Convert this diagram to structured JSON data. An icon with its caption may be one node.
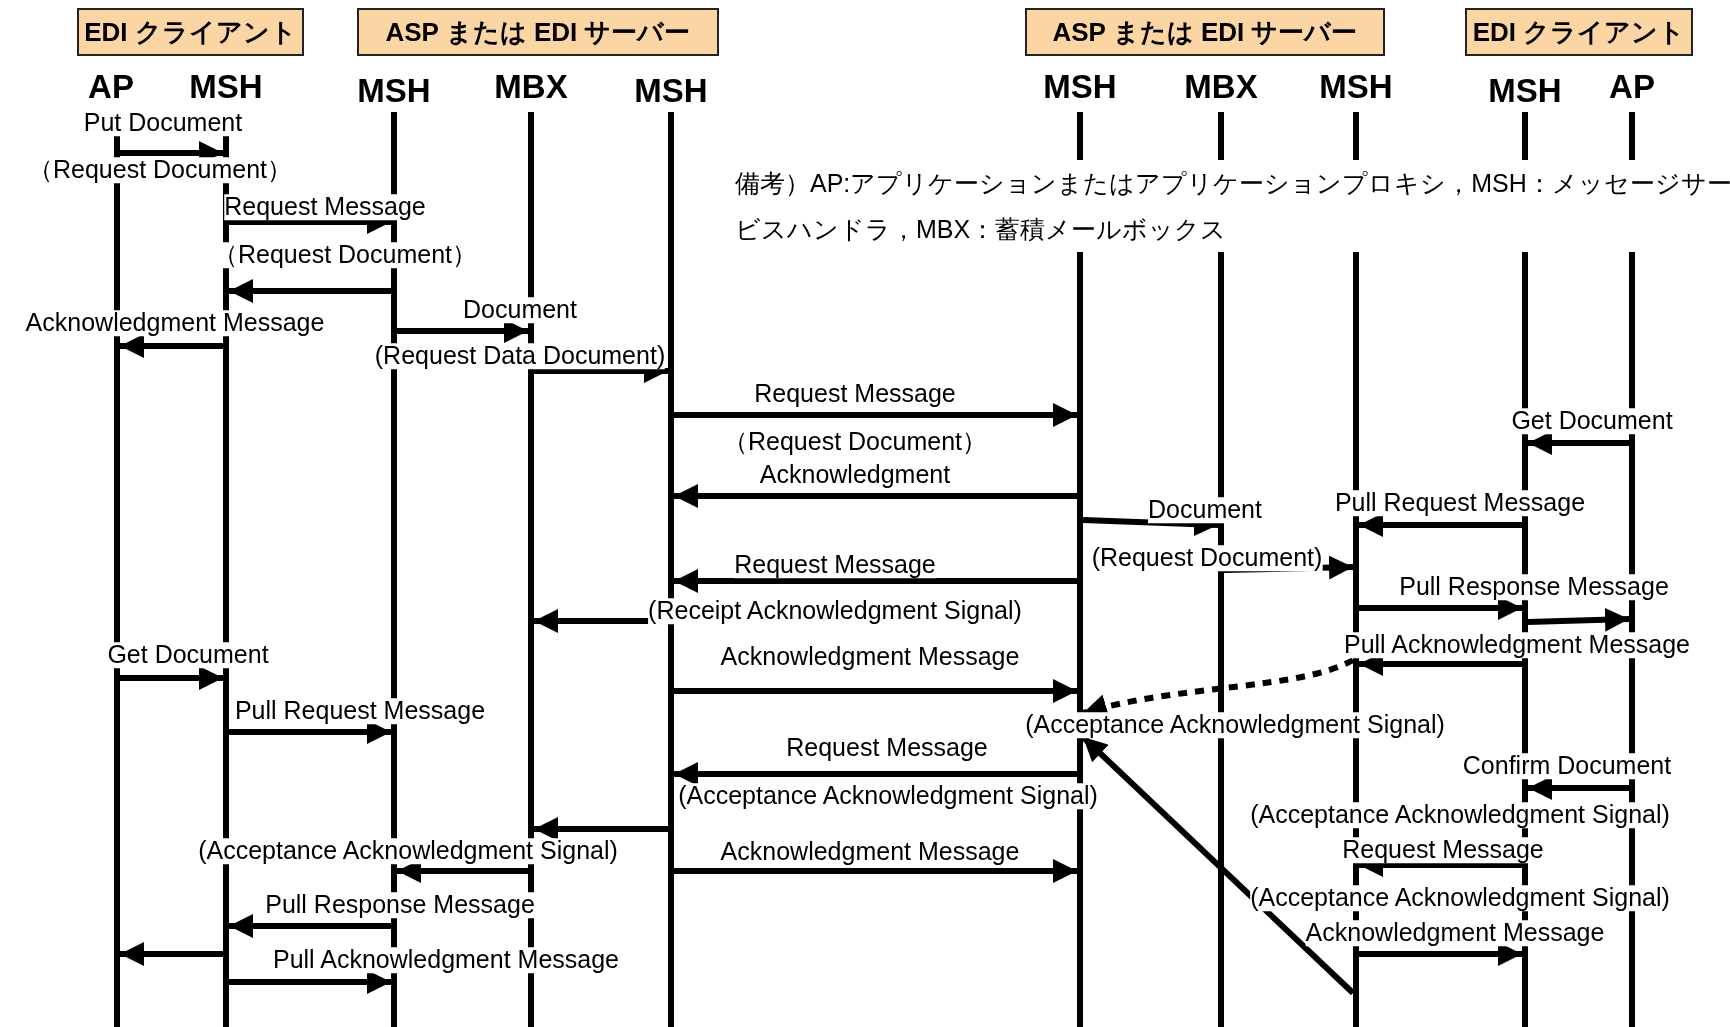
{
  "diagram": {
    "nodes": [
      {
        "text": [
          "EDI クライアント"
        ]
      },
      {
        "text": [
          "ASP または EDI サーバー"
        ]
      },
      {
        "text": [
          "ASP または EDI サーバー"
        ]
      },
      {
        "text": [
          "EDI クライアント"
        ]
      },
      {
        "text": [
          "AP"
        ]
      },
      {
        "text": [
          "MSH"
        ]
      },
      {
        "text": [
          "MSH"
        ]
      },
      {
        "text": [
          "MBX"
        ]
      },
      {
        "text": [
          "MSH"
        ]
      },
      {
        "text": [
          "MSH"
        ]
      },
      {
        "text": [
          "MBX"
        ]
      },
      {
        "text": [
          "MSH"
        ]
      },
      {
        "text": [
          "MSH"
        ]
      },
      {
        "text": [
          "AP"
        ]
      }
    ],
    "edges": [
      {
        "from": 4,
        "to": 5,
        "arrow": "to",
        "label": "Put Document"
      },
      {
        "from": 5,
        "to": 6,
        "arrow": "to",
        "label": "Request Message"
      },
      {
        "from": 6,
        "to": 5,
        "arrow": "to"
      },
      {
        "from": 5,
        "to": 4,
        "arrow": "to",
        "label": "Acknowledgment Message"
      },
      {
        "from": 6,
        "to": 7,
        "arrow": "to",
        "label": "Document"
      },
      {
        "from": 7,
        "to": 8,
        "arrow": "to"
      },
      {
        "from": 8,
        "to": 9,
        "arrow": "to",
        "label": "Request Message"
      },
      {
        "from": 9,
        "to": 8,
        "arrow": "to",
        "label": "Acknowledgment"
      },
      {
        "from": 13,
        "to": 12,
        "arrow": "to",
        "label": "Get Document"
      },
      {
        "from": 9,
        "to": 10,
        "arrow": "to",
        "label": "Document"
      },
      {
        "from": 12,
        "to": 11,
        "arrow": "to",
        "label": "Pull Request Message"
      },
      {
        "from": 10,
        "to": 11,
        "arrow": "to"
      },
      {
        "from": 9,
        "to": 8,
        "arrow": "to",
        "label": "Request Message"
      },
      {
        "from": 8,
        "to": 7,
        "arrow": "to"
      },
      {
        "from": 11,
        "to": 12,
        "arrow": "to",
        "label": "Pull Response Message"
      },
      {
        "from": 12,
        "to": 13,
        "arrow": "to"
      },
      {
        "from": 4,
        "to": 5,
        "arrow": "to",
        "label": "Get Document"
      },
      {
        "from": 8,
        "to": 9,
        "arrow": "to",
        "label": "Acknowledgment Message"
      },
      {
        "from": 12,
        "to": 11,
        "arrow": "to",
        "label": "Pull Acknowledgment Message"
      },
      {
        "from": 11,
        "to": 9,
        "arrow": "to",
        "style": "dashed"
      },
      {
        "from": 5,
        "to": 6,
        "arrow": "to",
        "label": "Pull Request Message"
      },
      {
        "from": 9,
        "to": 8,
        "arrow": "to",
        "label": "Request Message"
      },
      {
        "from": 13,
        "to": 12,
        "arrow": "to",
        "label": "Confirm Document"
      },
      {
        "from": 8,
        "to": 7,
        "arrow": "to"
      },
      {
        "from": 7,
        "to": 6,
        "arrow": "to"
      },
      {
        "from": 8,
        "to": 9,
        "arrow": "to",
        "label": "Acknowledgment Message"
      },
      {
        "from": 12,
        "to": 11,
        "arrow": "to",
        "label": "Request Message"
      },
      {
        "from": 6,
        "to": 5,
        "arrow": "to",
        "label": "Pull Response Message"
      },
      {
        "from": 5,
        "to": 4,
        "arrow": "to"
      },
      {
        "from": 11,
        "to": 12,
        "arrow": "to",
        "label": "Acknowledgment Message"
      },
      {
        "from": 11,
        "to": 9,
        "arrow": "to"
      },
      {
        "from": 5,
        "to": 6,
        "arrow": "to",
        "label": "Pull Acknowledgment Message"
      }
    ],
    "labels": [
      "（Request Document）",
      "備考）AP:アプリケーションまたはアプリケーションプロキシ，MSH：メッセージサービスハンドラ，MBX：蓄積メールボックス",
      "（Request Document）",
      "(Request Data Document)",
      "（Request Document）",
      "(Request Document)",
      "(Receipt Acknowledgment Signal)",
      "(Acceptance Acknowledgment Signal)",
      "(Acceptance Acknowledgment Signal)",
      "(Acceptance Acknowledgment Signal)",
      "(Acceptance Acknowledgment Signal)",
      "(Acceptance Acknowledgment Signal)"
    ]
  }
}
